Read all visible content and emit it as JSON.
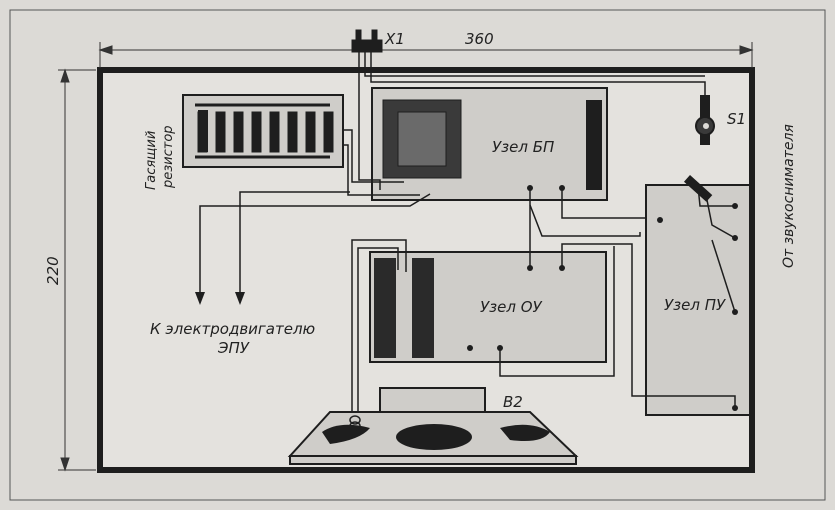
{
  "dimensions": {
    "width": "360",
    "height": "220"
  },
  "connector": {
    "label": "X1"
  },
  "switch": {
    "label": "S1"
  },
  "speaker": {
    "label": "B2"
  },
  "resistor": {
    "line1": "Гасящий",
    "line2": "резистор"
  },
  "blocks": {
    "power": "Узел БП",
    "amplifier": "Узел ОУ",
    "preamp": "Узел ПУ"
  },
  "motor_label": {
    "line1": "К электродвигателю",
    "line2": "ЭПУ"
  },
  "pickup_label": "От звукоснимателя",
  "colors": {
    "paper": "#dcdad6",
    "board": "#cfcdc9",
    "ink": "#1e1e1e",
    "panel": "#e4e2de"
  }
}
